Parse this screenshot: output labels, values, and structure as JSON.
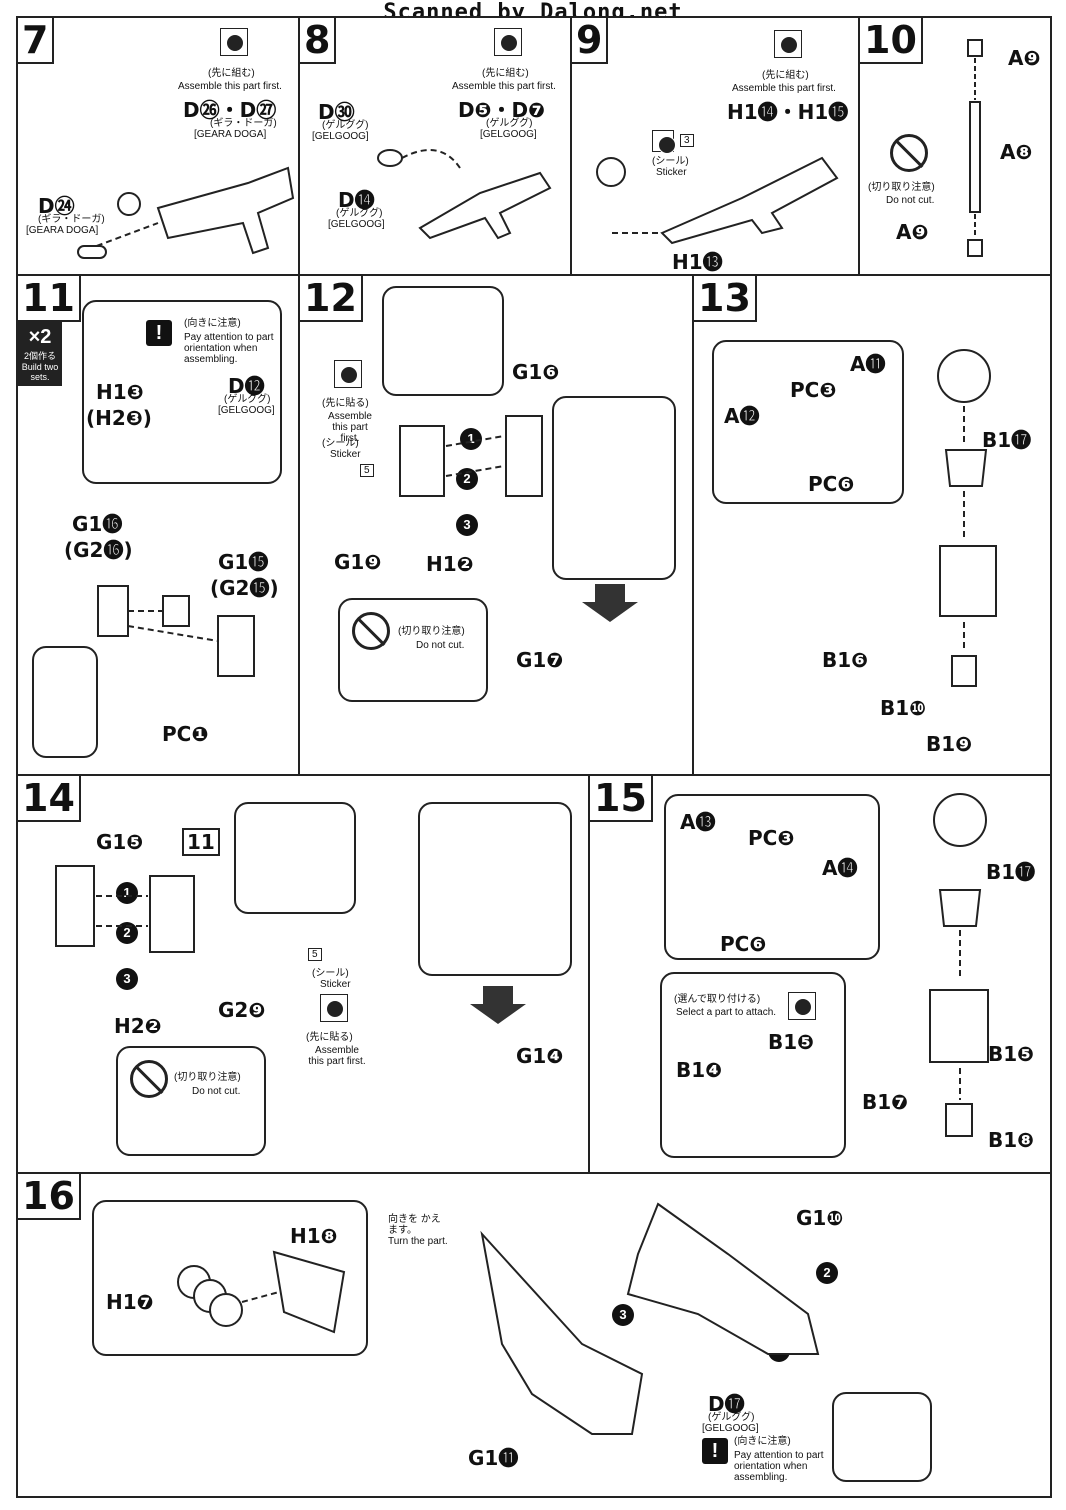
{
  "watermark": "Scanned by Dalong.net",
  "steps": {
    "s7": {
      "num": "7",
      "first_jp": "(先に組む)",
      "first_en": "Assemble this part first.",
      "d26": "D㉖・D㉗",
      "geara": "(ギラ・ドーガ)",
      "geara_en": "[GEARA DOGA]",
      "d24": "D㉔",
      "geara2": "(ギラ・ドーガ)",
      "geara2_en": "[GEARA DOGA]"
    },
    "s8": {
      "num": "8",
      "d30": "D㉚",
      "gel1": "(ゲルググ)",
      "gel1_en": "[GELGOOG]",
      "first_jp": "(先に組む)",
      "first_en": "Assemble this part first.",
      "d5": "D❺・D❼",
      "gel2": "(ゲルググ)",
      "gel2_en": "[GELGOOG]",
      "d14": "D⓮",
      "gel3": "(ゲルググ)",
      "gel3_en": "[GELGOOG]"
    },
    "s9": {
      "num": "9",
      "first_jp": "(先に組む)",
      "first_en": "Assemble this part first.",
      "h14": "H1⓮・H1⓯",
      "sticker_num": "3",
      "sticker_jp": "(シール)",
      "sticker_en": "Sticker",
      "h13": "H1⓭"
    },
    "s10": {
      "num": "10",
      "a9a": "A❾",
      "a8": "A❽",
      "a9b": "A❾",
      "nocut_jp": "(切り取り注意)",
      "nocut_en": "Do not cut."
    },
    "s11": {
      "num": "11",
      "x2": "×2",
      "x2_jp": "2個作る",
      "x2_en": "Build two sets.",
      "attn_jp": "(向きに注意)",
      "attn_en": "Pay attention to part orientation when assembling.",
      "h13": "H1❸",
      "h23": "(H2❸)",
      "d12": "D⓬",
      "gel": "(ゲルググ)",
      "gel_en": "[GELGOOG]",
      "g116": "G1⓰",
      "g216": "(G2⓰)",
      "g115": "G1⓯",
      "g215": "(G2⓯)",
      "pcj": "PC❶"
    },
    "s12": {
      "num": "12",
      "first_jp": "(先に貼る)",
      "first_en": "Assemble this part first.",
      "sticker_jp": "(シール)",
      "sticker_en": "Sticker",
      "sticker_num": "5",
      "g16": "G1❻",
      "g19": "G1❾",
      "h12": "H1❷",
      "nocut_jp": "(切り取り注意)",
      "nocut_en": "Do not cut.",
      "g17": "G1❼",
      "b1": "1",
      "b2": "2",
      "b3": "3"
    },
    "s13": {
      "num": "13",
      "a11": "A⓫",
      "pcc": "PC❸",
      "a12": "A⓬",
      "pcf": "PC❻",
      "b117": "B1⓱",
      "b16": "B1❻",
      "b110": "B1❿",
      "b19": "B1❾"
    },
    "s14": {
      "num": "14",
      "g15": "G1❺",
      "ref11": "11",
      "h22": "H2❷",
      "g29": "G2❾",
      "sticker_num": "5",
      "sticker_jp": "(シール)",
      "sticker_en": "Sticker",
      "first_jp": "(先に貼る)",
      "first_en": "Assemble this part first.",
      "nocut_jp": "(切り取り注意)",
      "nocut_en": "Do not cut.",
      "g14": "G1❹",
      "b1": "1",
      "b2": "2",
      "b3": "3"
    },
    "s15": {
      "num": "15",
      "a13": "A⓭",
      "pcc": "PC❸",
      "a14": "A⓮",
      "pcf": "PC❻",
      "b117": "B1⓱",
      "select_jp": "(選んで取り付ける)",
      "select_en": "Select a part to attach.",
      "b15a": "B1❺",
      "b14": "B1❹",
      "b15b": "B1❺",
      "b17": "B1❼",
      "b18": "B1❽"
    },
    "s16": {
      "num": "16",
      "h18": "H1❽",
      "h17": "H1❼",
      "turn_jp": "向きを かえます。",
      "turn_en": "Turn the part.",
      "g110": "G1❿",
      "d17": "D⓱",
      "gel": "(ゲルググ)",
      "gel_en": "[GELGOOG]",
      "attn_jp": "(向きに注意)",
      "attn_en": "Pay attention to part orientation when assembling.",
      "g111": "G1⓫",
      "b1": "1",
      "b2": "2",
      "b3": "3"
    }
  }
}
